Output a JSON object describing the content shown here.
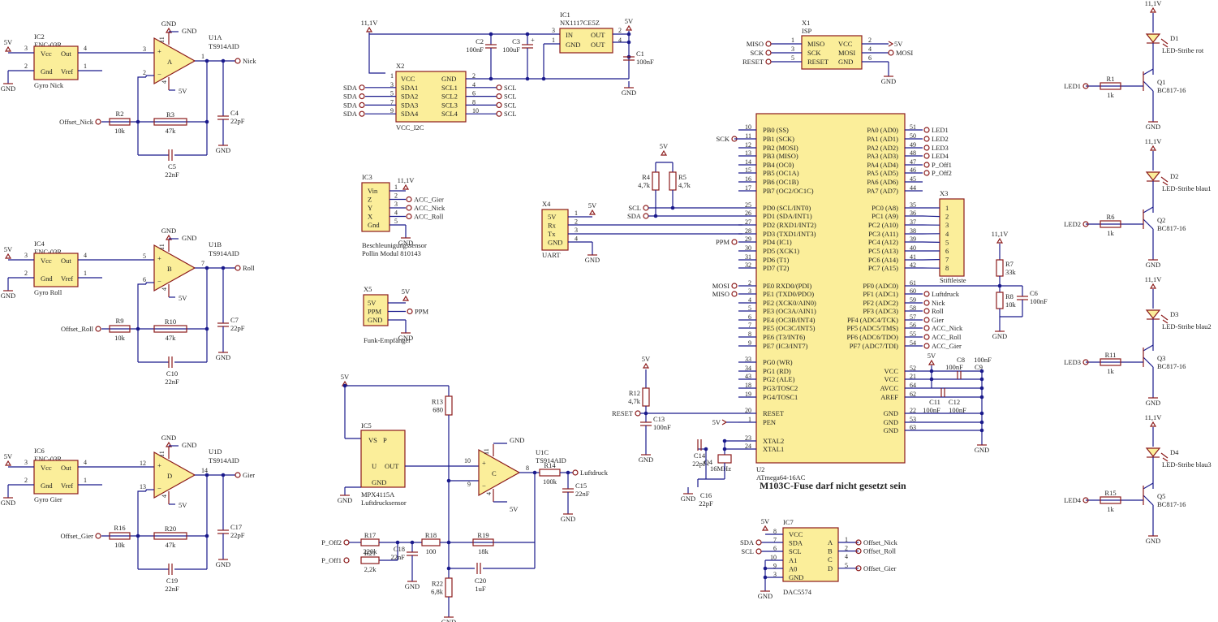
{
  "title": {
    "note": "M103C-Fuse darf nicht gesetzt sein"
  },
  "colors": {
    "wire": "#1a1a8c",
    "symbol": "#8b1a1a",
    "body_fill": "#fbee9a",
    "text": "#222222"
  },
  "supplies": {
    "v5": "5V",
    "v11": "11,1V",
    "gnd": "GND"
  },
  "gyros": [
    {
      "ref": "IC2",
      "type": "ENC-03R",
      "name": "Gyro Nick",
      "pins": [
        "Vcc",
        "Out",
        "Gnd",
        "Vref"
      ],
      "pinnums": [
        "3",
        "4",
        "2",
        "1"
      ],
      "opamp": "U1A",
      "part": "TS914AID",
      "letter": "A",
      "in_p": "3",
      "in_n": "2",
      "out": "1",
      "net": "Nick",
      "r_in_ref": "R2",
      "r_in_val": "10k",
      "r_fb_ref": "R3",
      "r_fb_val": "47k",
      "c_out_ref": "C4",
      "c_out_val": "22pF",
      "c_fb_ref": "C5",
      "c_fb_val": "22nF",
      "offset_net": "Offset_Nick"
    },
    {
      "ref": "IC4",
      "type": "ENC-03R",
      "name": "Gyro Roll",
      "pins": [
        "Vcc",
        "Out",
        "Gnd",
        "Vref"
      ],
      "pinnums": [
        "3",
        "4",
        "2",
        "1"
      ],
      "opamp": "U1B",
      "part": "TS914AID",
      "letter": "B",
      "in_p": "5",
      "in_n": "6",
      "out": "7",
      "net": "Roll",
      "r_in_ref": "R9",
      "r_in_val": "10k",
      "r_fb_ref": "R10",
      "r_fb_val": "47k",
      "c_out_ref": "C7",
      "c_out_val": "22pF",
      "c_fb_ref": "C10",
      "c_fb_val": "22nF",
      "offset_net": "Offset_Roll"
    },
    {
      "ref": "IC6",
      "type": "ENC-03R",
      "name": "Gyro Gier",
      "pins": [
        "Vcc",
        "Out",
        "Gnd",
        "Vref"
      ],
      "pinnums": [
        "3",
        "4",
        "2",
        "1"
      ],
      "opamp": "U1D",
      "part": "TS914AID",
      "letter": "D",
      "in_p": "12",
      "in_n": "13",
      "out": "14",
      "net": "Gier",
      "r_in_ref": "R16",
      "r_in_val": "10k",
      "r_fb_ref": "R20",
      "r_fb_val": "47k",
      "c_out_ref": "C17",
      "c_out_val": "22pF",
      "c_fb_ref": "C19",
      "c_fb_val": "22nF",
      "offset_net": "Offset_Gier"
    }
  ],
  "opamp_supply_pins": {
    "top": "11",
    "bottom": "4"
  },
  "i2c_connector": {
    "ref": "X2",
    "name": "VCC_I2C",
    "left": [
      {
        "pin": "1",
        "label": "VCC"
      },
      {
        "pin": "3",
        "label": "SDA1"
      },
      {
        "pin": "5",
        "label": "SDA2"
      },
      {
        "pin": "7",
        "label": "SDA3"
      },
      {
        "pin": "9",
        "label": "SDA4"
      }
    ],
    "right": [
      {
        "pin": "2",
        "label": "GND"
      },
      {
        "pin": "4",
        "label": "SCL1"
      },
      {
        "pin": "6",
        "label": "SCL2"
      },
      {
        "pin": "8",
        "label": "SCL3"
      },
      {
        "pin": "10",
        "label": "SCL4"
      }
    ],
    "left_nets": [
      "SDA",
      "SDA",
      "SDA",
      "SDA"
    ],
    "right_nets": [
      "SCL",
      "SCL",
      "SCL",
      "SCL"
    ]
  },
  "regulator": {
    "ref": "IC1",
    "part": "NX1117CE5Z",
    "pins": [
      "IN",
      "OUT",
      "GND",
      "OUT"
    ],
    "pinnums": [
      "3",
      "2",
      "1",
      "4"
    ],
    "c_in1_ref": "C2",
    "c_in1_val": "100nF",
    "c_in2_ref": "C3",
    "c_in2_val": "100uF",
    "c_out_ref": "C1",
    "c_out_val": "100nF"
  },
  "accel": {
    "ref": "IC3",
    "pins": [
      "Vin",
      "Z",
      "Y",
      "X",
      "Gnd"
    ],
    "pinnums": [
      "1",
      "2",
      "3",
      "4",
      "5"
    ],
    "nets": [
      "ACC_Gier",
      "ACC_Nick",
      "ACC_Roll"
    ],
    "desc1": "Beschleunigungssensor",
    "desc2": "Pollin Modul 810143"
  },
  "uart": {
    "ref": "X4",
    "name": "UART",
    "pins": [
      "5V",
      "Rx",
      "Tx",
      "GND"
    ],
    "pinnums": [
      "1",
      "2",
      "3",
      "4"
    ]
  },
  "receiver": {
    "ref": "X5",
    "name": "Funk-Empfänger",
    "pins": [
      "5V",
      "PPM",
      "GND"
    ],
    "net": "PPM"
  },
  "pressure": {
    "ref": "IC5",
    "part": "MPX4115A",
    "name": "Luftdrucksensor",
    "pins": [
      "VS",
      "P",
      "U",
      "OUT",
      "GND"
    ],
    "r13_ref": "R13",
    "r13_val": "680",
    "opamp": "U1C",
    "part2": "TS914AID",
    "letter": "C",
    "in_p": "10",
    "in_n": "9",
    "out": "8",
    "r14_ref": "R14",
    "r14_val": "100k",
    "c15_ref": "C15",
    "c15_val": "22nF",
    "net": "Luftdruck",
    "r17_ref": "R17",
    "r17_val": "220k",
    "r18_ref": "R18",
    "r18_val": "100",
    "r19_ref": "R19",
    "r19_val": "18k",
    "r21_ref": "R21",
    "r21_val": "2,2k",
    "r22_ref": "R22",
    "r22_val": "6,8k",
    "c18_ref": "C18",
    "c18_val": "22nF",
    "c20_ref": "C20",
    "c20_val": "1uF",
    "p_off2": "P_Off2",
    "p_off1": "P_Off1"
  },
  "isp": {
    "ref": "X1",
    "name": "ISP",
    "left": [
      "MISO",
      "SCK",
      "RESET"
    ],
    "left_pins": [
      "1",
      "3",
      "5"
    ],
    "right": [
      "VCC",
      "MOSI",
      "GND"
    ],
    "right_pins": [
      "2",
      "4",
      "6"
    ],
    "right_nets": [
      "5V",
      "MOSI"
    ]
  },
  "mcu": {
    "ref": "U2",
    "part": "ATmega64-16AC",
    "left": [
      {
        "pin": "10",
        "label": "PB0 (SS)"
      },
      {
        "pin": "11",
        "label": "PB1 (SCK)"
      },
      {
        "pin": "12",
        "label": "PB2 (MOSI)"
      },
      {
        "pin": "13",
        "label": "PB3 (MISO)"
      },
      {
        "pin": "14",
        "label": "PB4 (OC0)"
      },
      {
        "pin": "15",
        "label": "PB5 (OC1A)"
      },
      {
        "pin": "16",
        "label": "PB6 (OC1B)"
      },
      {
        "pin": "17",
        "label": "PB7 (OC2/OC1C)"
      },
      {
        "pin": "25",
        "label": "PD0 (SCL/INT0)"
      },
      {
        "pin": "26",
        "label": "PD1 (SDA/INT1)"
      },
      {
        "pin": "27",
        "label": "PD2 (RXD1/INT2)"
      },
      {
        "pin": "28",
        "label": "PD3 (TXD1/INT3)"
      },
      {
        "pin": "29",
        "label": "PD4 (IC1)"
      },
      {
        "pin": "30",
        "label": "PD5 (XCK1)"
      },
      {
        "pin": "31",
        "label": "PD6 (T1)"
      },
      {
        "pin": "32",
        "label": "PD7 (T2)"
      },
      {
        "pin": "2",
        "label": "PE0 RXD0/(PDI)"
      },
      {
        "pin": "3",
        "label": "PE1 (TXD0/PDO)"
      },
      {
        "pin": "4",
        "label": "PE2 (XCK0/AIN0)"
      },
      {
        "pin": "5",
        "label": "PE3 (OC3A/AIN1)"
      },
      {
        "pin": "6",
        "label": "PE4 (OC3B/INT4)"
      },
      {
        "pin": "7",
        "label": "PE5 (OC3C/INT5)"
      },
      {
        "pin": "8",
        "label": "PE6 (T3/INT6)"
      },
      {
        "pin": "9",
        "label": "PE7 (IC3/INT7)"
      },
      {
        "pin": "33",
        "label": "PG0 (WR)"
      },
      {
        "pin": "34",
        "label": "PG1 (RD)"
      },
      {
        "pin": "43",
        "label": "PG2 (ALE)"
      },
      {
        "pin": "18",
        "label": "PG3/TOSC2"
      },
      {
        "pin": "19",
        "label": "PG4/TOSC1"
      },
      {
        "pin": "20",
        "label": "RESET"
      },
      {
        "pin": "1",
        "label": "PEN"
      },
      {
        "pin": "23",
        "label": "XTAL2"
      },
      {
        "pin": "24",
        "label": "XTAL1"
      }
    ],
    "right": [
      {
        "pin": "51",
        "label": "PA0 (AD0)"
      },
      {
        "pin": "50",
        "label": "PA1 (AD1)"
      },
      {
        "pin": "49",
        "label": "PA2 (AD2)"
      },
      {
        "pin": "48",
        "label": "PA3 (AD3)"
      },
      {
        "pin": "47",
        "label": "PA4 (AD4)"
      },
      {
        "pin": "46",
        "label": "PA5 (AD5)"
      },
      {
        "pin": "45",
        "label": "PA6 (AD6)"
      },
      {
        "pin": "44",
        "label": "PA7 (AD7)"
      },
      {
        "pin": "35",
        "label": "PC0 (A8)"
      },
      {
        "pin": "36",
        "label": "PC1 (A9)"
      },
      {
        "pin": "37",
        "label": "PC2 (A10)"
      },
      {
        "pin": "38",
        "label": "PC3 (A11)"
      },
      {
        "pin": "39",
        "label": "PC4 (A12)"
      },
      {
        "pin": "40",
        "label": "PC5 (A13)"
      },
      {
        "pin": "41",
        "label": "PC6 (A14)"
      },
      {
        "pin": "42",
        "label": "PC7 (A15)"
      },
      {
        "pin": "61",
        "label": "PF0 (ADC0)"
      },
      {
        "pin": "60",
        "label": "PF1 (ADC1)"
      },
      {
        "pin": "59",
        "label": "PF2 (ADC2)"
      },
      {
        "pin": "58",
        "label": "PF3 (ADC3)"
      },
      {
        "pin": "57",
        "label": "PF4 (ADC4/TCK)"
      },
      {
        "pin": "56",
        "label": "PF5 (ADC5/TMS)"
      },
      {
        "pin": "55",
        "label": "PF6 (ADC6/TDO)"
      },
      {
        "pin": "54",
        "label": "PF7 (ADC7/TDI)"
      },
      {
        "pin": "52",
        "label": "VCC"
      },
      {
        "pin": "21",
        "label": "VCC"
      },
      {
        "pin": "64",
        "label": "AVCC"
      },
      {
        "pin": "62",
        "label": "AREF"
      },
      {
        "pin": "22",
        "label": "GND"
      },
      {
        "pin": "53",
        "label": "GND"
      },
      {
        "pin": "63",
        "label": "GND"
      }
    ],
    "pa_nets": [
      "LED1",
      "LED2",
      "LED3",
      "LED4",
      "P_Off1",
      "P_Off2"
    ],
    "pf_nets": [
      "Luftdruck",
      "Nick",
      "Roll",
      "Gier",
      "ACC_Nick",
      "ACC_Roll",
      "ACC_Gier"
    ],
    "pc_pins": [
      "1",
      "2",
      "3",
      "4",
      "5",
      "6",
      "7",
      "8"
    ],
    "left_nets": [
      "SCK",
      "SCL",
      "SDA",
      "PPM",
      "MOSI",
      "MISO",
      "RESET"
    ]
  },
  "reset_parts": {
    "r12_ref": "R12",
    "r12_val": "4,7k",
    "c13_ref": "C13",
    "c13_val": "100nF"
  },
  "crystal": {
    "ref": "Q4",
    "val": "16MHz",
    "c14_ref": "C14",
    "c14_val": "22pF",
    "c16_ref": "C16",
    "c16_val": "22pF"
  },
  "pullups": {
    "r4_ref": "R4",
    "r4_val": "4,7k",
    "r5_ref": "R5",
    "r5_val": "4,7k"
  },
  "decoupling": {
    "c8_ref": "C8",
    "c8_val": "100nF",
    "c9_ref": "C9",
    "c9_val": "100nF",
    "c11_ref": "C11",
    "c11_val": "100nF",
    "c12_ref": "C12",
    "c12_val": "100nF"
  },
  "stiftleiste": {
    "ref": "X3",
    "name": "Stiftleiste"
  },
  "divider": {
    "r7_ref": "R7",
    "r7_val": "33k",
    "r8_ref": "R8",
    "r8_val": "10k",
    "c6_ref": "C6",
    "c6_val": "100nF"
  },
  "dac": {
    "ref": "IC7",
    "part": "DAC5574",
    "left": [
      "VCC",
      "SDA",
      "SCL",
      "A1",
      "A0",
      "GND"
    ],
    "left_pins": [
      "8",
      "7",
      "6",
      "10",
      "9",
      "3"
    ],
    "right": [
      "A",
      "B",
      "C",
      "D"
    ],
    "right_pins": [
      "1",
      "2",
      "4",
      "5"
    ],
    "nets": [
      "Offset_Nick",
      "Offset_Roll",
      "Offset_Gier"
    ]
  },
  "leds": [
    {
      "d_ref": "D1",
      "d_name": "LED-Stribe rot",
      "q_ref": "Q1",
      "q_part": "BC817-16",
      "r_ref": "R1",
      "r_val": "1k",
      "net": "LED1"
    },
    {
      "d_ref": "D2",
      "d_name": "LED-Stribe blau1",
      "q_ref": "Q2",
      "q_part": "BC817-16",
      "r_ref": "R6",
      "r_val": "1k",
      "net": "LED2"
    },
    {
      "d_ref": "D3",
      "d_name": "LED-Stribe blau2",
      "q_ref": "Q3",
      "q_part": "BC817-16",
      "r_ref": "R11",
      "r_val": "1k",
      "net": "LED3"
    },
    {
      "d_ref": "D4",
      "d_name": "LED-Stribe blau3",
      "q_ref": "Q5",
      "q_part": "BC817-16",
      "r_ref": "R15",
      "r_val": "1k",
      "net": "LED4"
    }
  ]
}
